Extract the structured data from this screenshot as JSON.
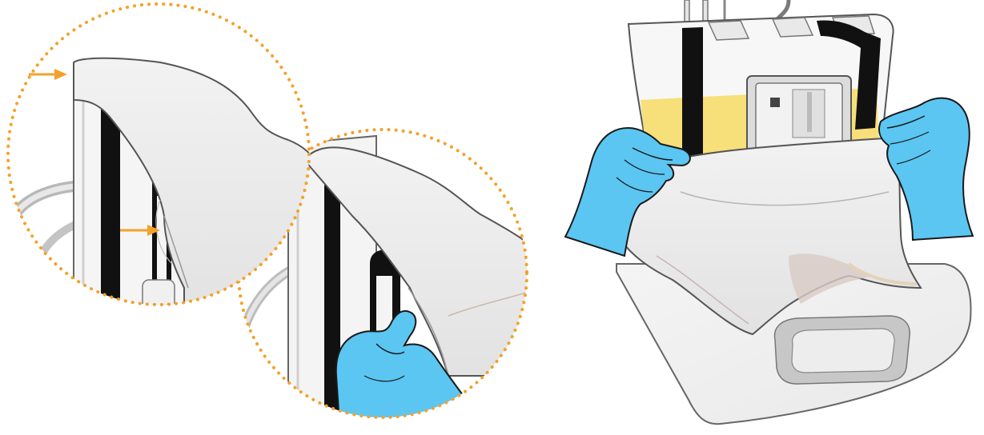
{
  "illustration": {
    "colors": {
      "callout_border": "#f4a12a",
      "arrow": "#f4a12a",
      "glove": "#5bc6f2",
      "glove_outline": "#1a1a1a",
      "strap": "#111111",
      "liner": "#ececec",
      "device_body": "#f5f5f5",
      "fluid": "#f7df7a",
      "outline": "#555555"
    },
    "callouts": [
      {
        "name": "detail-callout-top",
        "arrow_count": 2
      },
      {
        "name": "detail-callout-bottom",
        "arrow_count": 0
      }
    ],
    "icons": [
      "arrow-right-icon",
      "glove-hand-icon",
      "liner-bag-icon",
      "strap-icon",
      "hook-icon"
    ]
  }
}
